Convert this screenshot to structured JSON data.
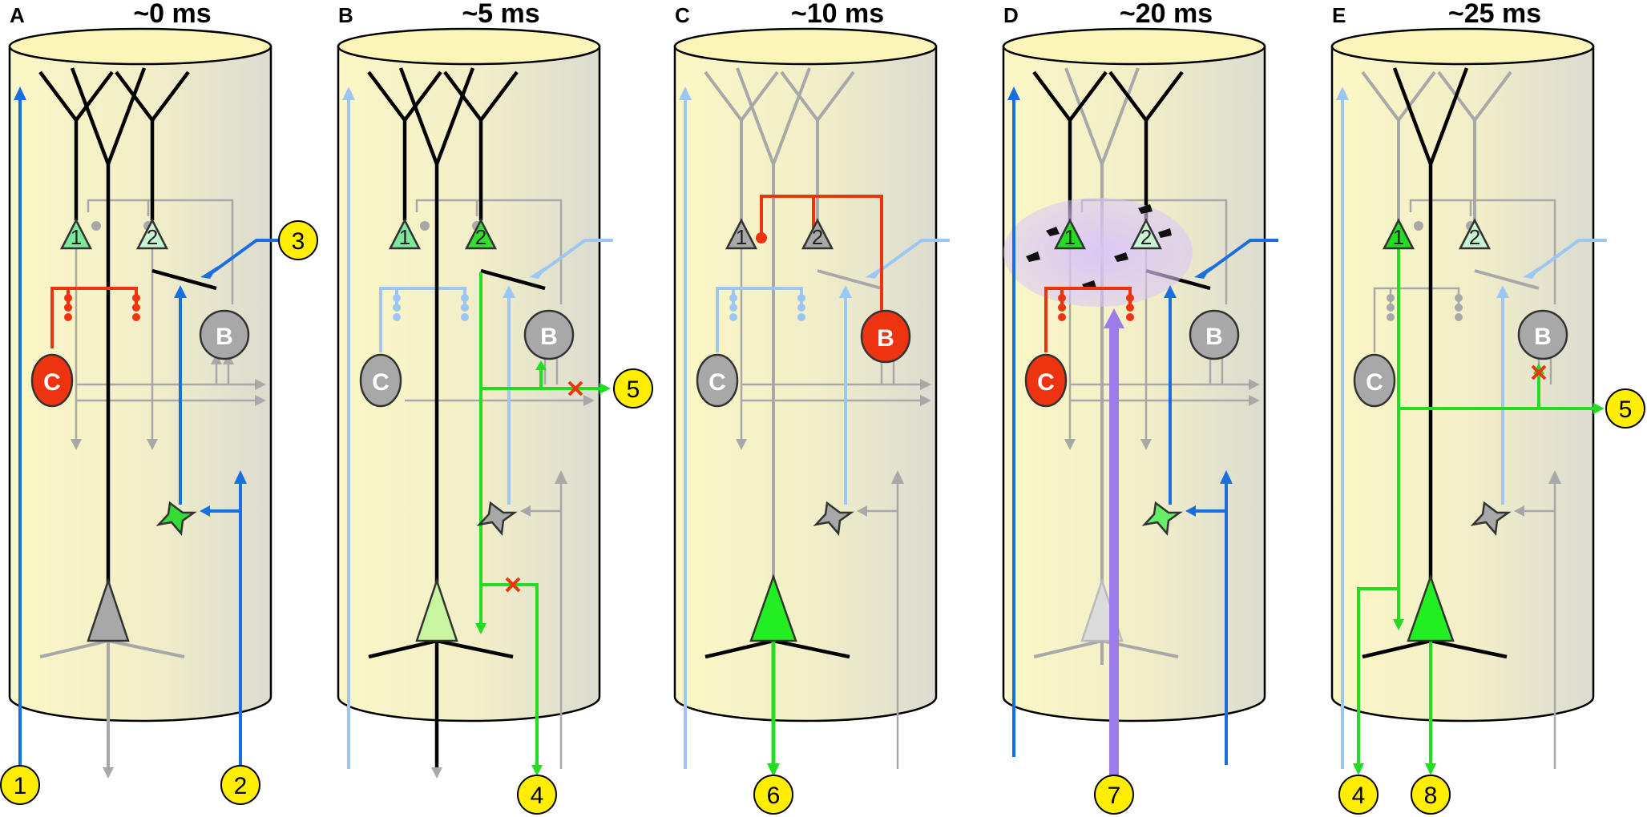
{
  "colors": {
    "active": "#000000",
    "inactive": "#a8a8a8",
    "input_active": "#1a6fe0",
    "input_faded": "#9cc7f5",
    "excitation": "#22dd22",
    "inhibition": "#ee3311",
    "neuromod": "#9b7ce8",
    "callout": "#ffee00",
    "cylinder_top": "#fbf6b8"
  },
  "panels": [
    {
      "letter": "A",
      "time": "~0 ms",
      "callouts": [
        "1",
        "2",
        "3"
      ]
    },
    {
      "letter": "B",
      "time": "~5 ms",
      "callouts": [
        "4",
        "5"
      ]
    },
    {
      "letter": "C",
      "time": "~10 ms",
      "callouts": [
        "6"
      ]
    },
    {
      "letter": "D",
      "time": "~20 ms",
      "callouts": [
        "7"
      ]
    },
    {
      "letter": "E",
      "time": "~25 ms",
      "callouts": [
        "4",
        "8",
        "5"
      ]
    }
  ],
  "cell_labels": {
    "pyramid_1": "1",
    "pyramid_2": "2",
    "cell_b": "B",
    "cell_c": "C"
  }
}
